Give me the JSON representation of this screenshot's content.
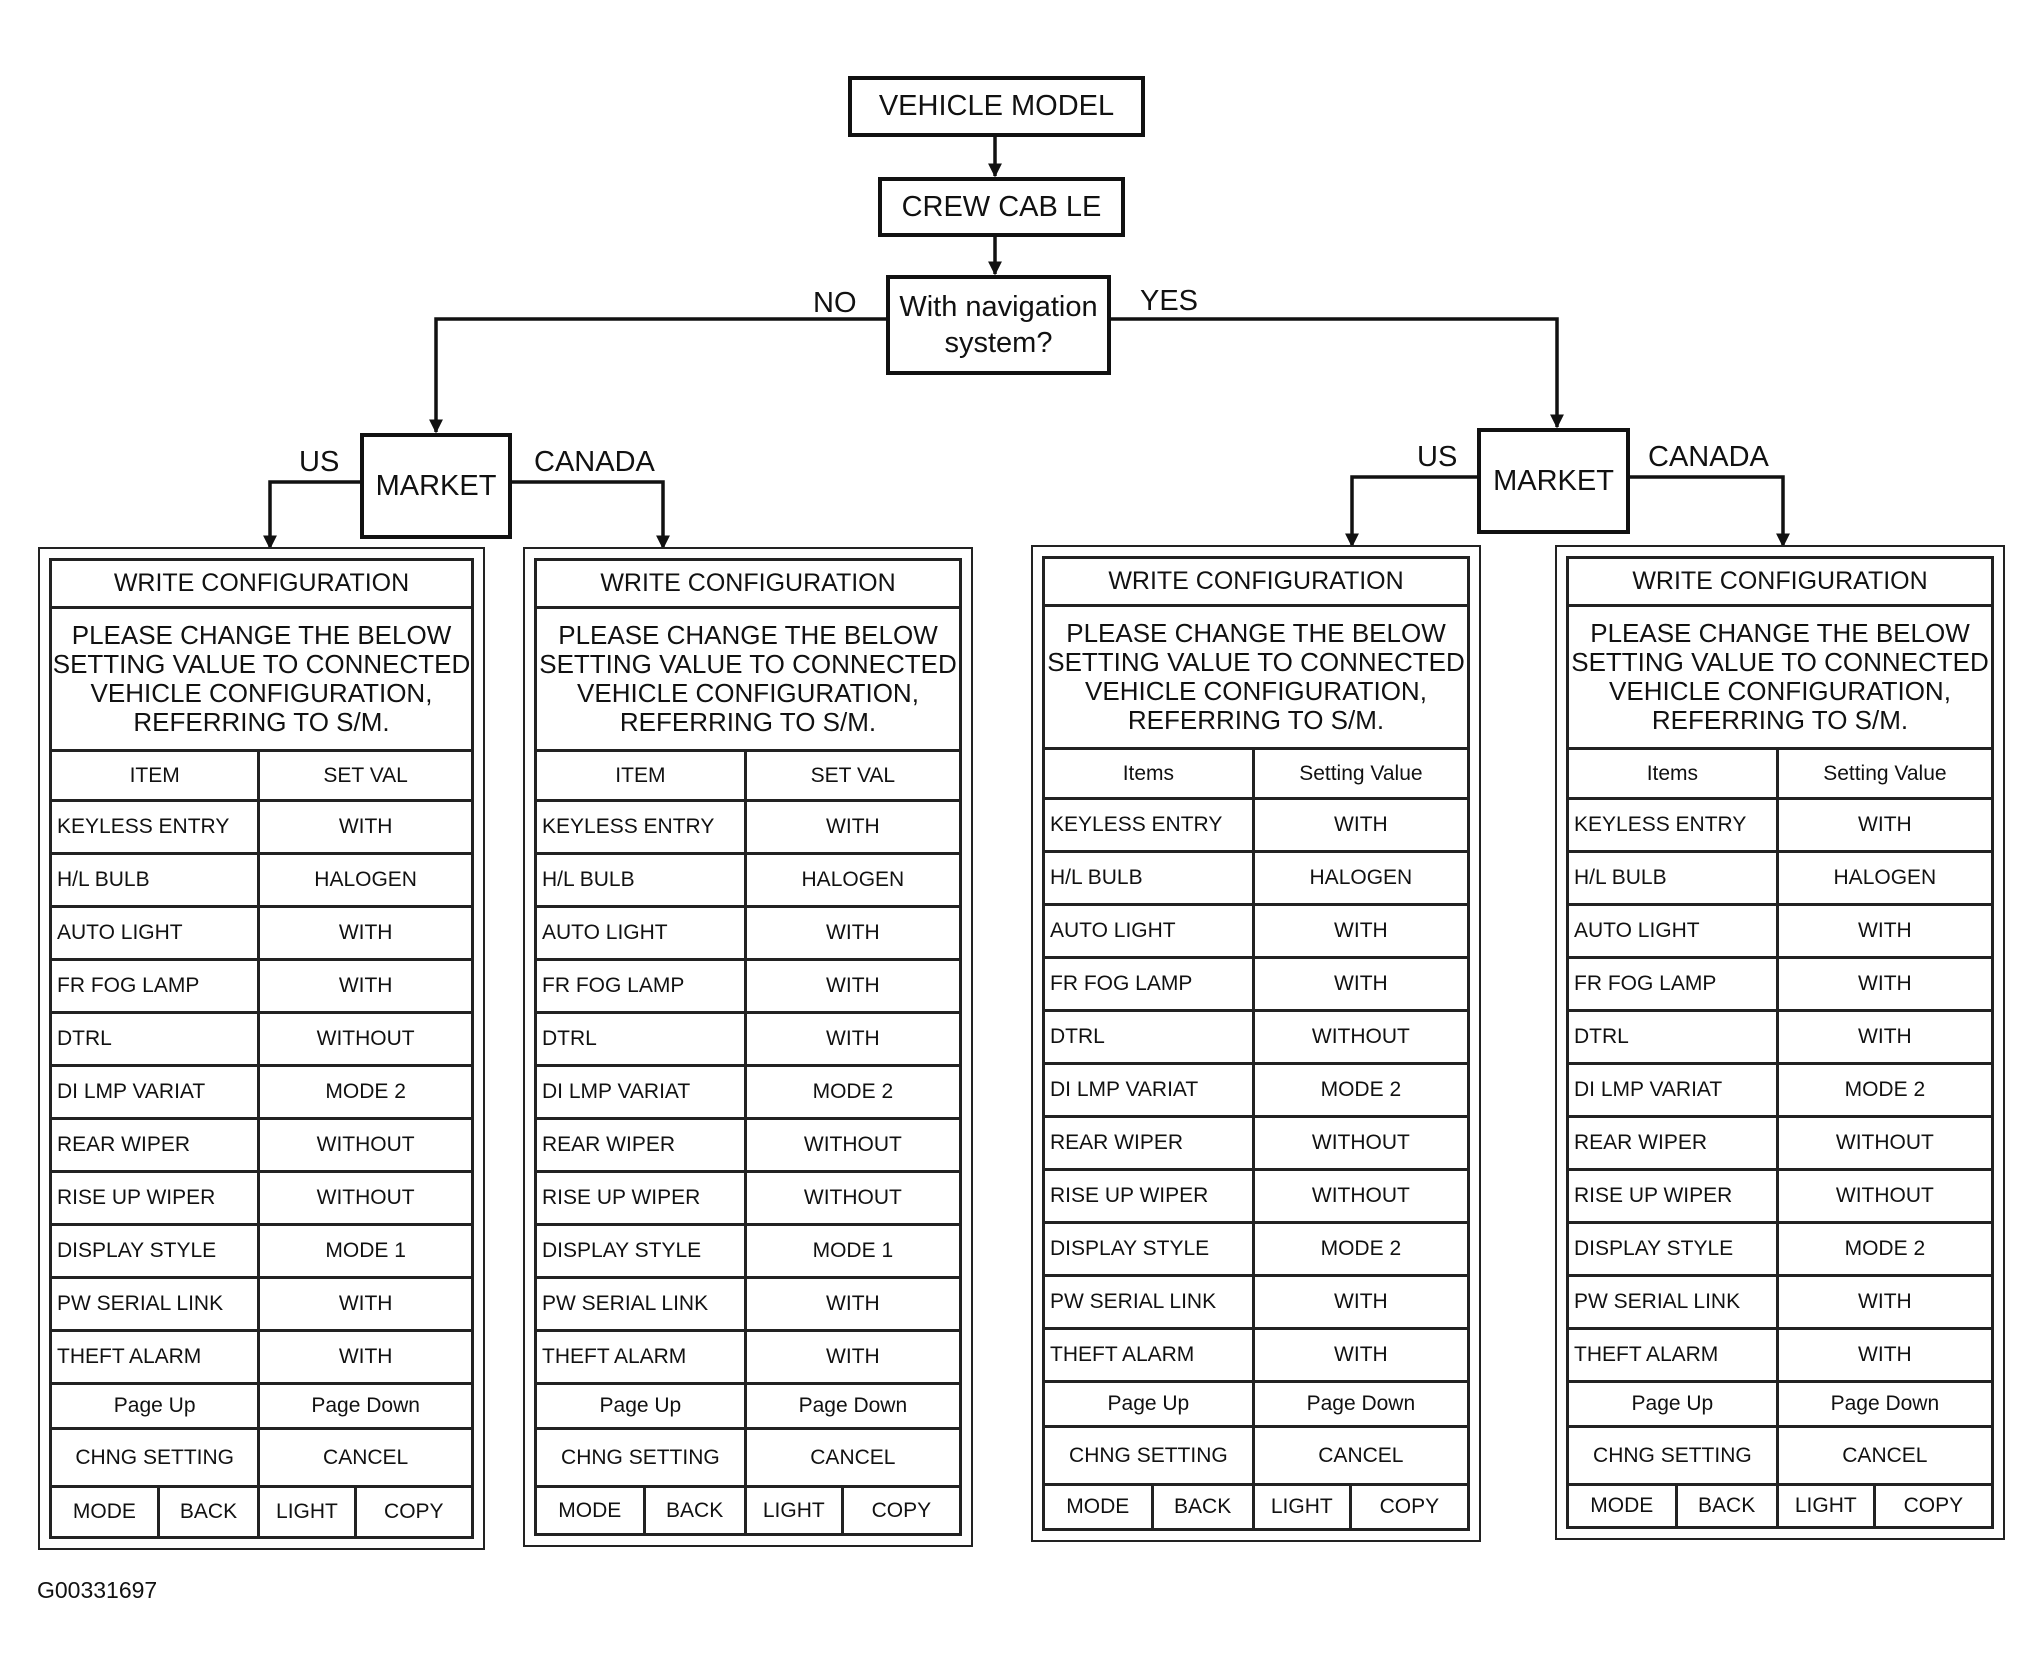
{
  "flow": {
    "vehicle_model": "VEHICLE MODEL",
    "model_variant": "CREW CAB LE",
    "question_line1": "With navigation",
    "question_line2": "system?",
    "no_label": "NO",
    "yes_label": "YES",
    "market_label": "MARKET",
    "us_label": "US",
    "canada_label": "CANADA"
  },
  "figure_id": "G00331697",
  "panels": [
    {
      "title": "WRITE CONFIGURATION",
      "message": [
        "PLEASE CHANGE THE BELOW",
        "SETTING VALUE TO CONNECTED",
        "VEHICLE CONFIGURATION,",
        "REFERRING TO S/M."
      ],
      "col_item": "ITEM",
      "col_value": "SET VAL",
      "rows": [
        {
          "item": "KEYLESS ENTRY",
          "value": "WITH"
        },
        {
          "item": "H/L BULB",
          "value": "HALOGEN"
        },
        {
          "item": "AUTO LIGHT",
          "value": "WITH"
        },
        {
          "item": "FR FOG LAMP",
          "value": "WITH"
        },
        {
          "item": "DTRL",
          "value": "WITHOUT"
        },
        {
          "item": "DI LMP VARIAT",
          "value": "MODE 2"
        },
        {
          "item": "REAR WIPER",
          "value": "WITHOUT"
        },
        {
          "item": "RISE UP WIPER",
          "value": "WITHOUT"
        },
        {
          "item": "DISPLAY STYLE",
          "value": "MODE 1"
        },
        {
          "item": "PW SERIAL LINK",
          "value": "WITH"
        },
        {
          "item": "THEFT ALARM",
          "value": "WITH"
        }
      ],
      "page_up": "Page Up",
      "page_down": "Page Down",
      "chng_setting": "CHNG SETTING",
      "cancel": "CANCEL",
      "mode": "MODE",
      "back": "BACK",
      "light": "LIGHT",
      "copy": "COPY"
    },
    {
      "title": "WRITE CONFIGURATION",
      "message": [
        "PLEASE CHANGE THE BELOW",
        "SETTING VALUE TO CONNECTED",
        "VEHICLE CONFIGURATION,",
        "REFERRING TO S/M."
      ],
      "col_item": "ITEM",
      "col_value": "SET VAL",
      "rows": [
        {
          "item": "KEYLESS ENTRY",
          "value": "WITH"
        },
        {
          "item": "H/L BULB",
          "value": "HALOGEN"
        },
        {
          "item": "AUTO LIGHT",
          "value": "WITH"
        },
        {
          "item": "FR FOG LAMP",
          "value": "WITH"
        },
        {
          "item": "DTRL",
          "value": "WITH"
        },
        {
          "item": "DI LMP VARIAT",
          "value": "MODE 2"
        },
        {
          "item": "REAR WIPER",
          "value": "WITHOUT"
        },
        {
          "item": "RISE UP WIPER",
          "value": "WITHOUT"
        },
        {
          "item": "DISPLAY STYLE",
          "value": "MODE 1"
        },
        {
          "item": "PW SERIAL LINK",
          "value": "WITH"
        },
        {
          "item": "THEFT ALARM",
          "value": "WITH"
        }
      ],
      "page_up": "Page Up",
      "page_down": "Page Down",
      "chng_setting": "CHNG SETTING",
      "cancel": "CANCEL",
      "mode": "MODE",
      "back": "BACK",
      "light": "LIGHT",
      "copy": "COPY"
    },
    {
      "title": "WRITE CONFIGURATION",
      "message": [
        "PLEASE CHANGE THE BELOW",
        "SETTING VALUE TO CONNECTED",
        "VEHICLE CONFIGURATION,",
        "REFERRING TO S/M."
      ],
      "col_item": "Items",
      "col_value": "Setting Value",
      "rows": [
        {
          "item": "KEYLESS ENTRY",
          "value": "WITH"
        },
        {
          "item": "H/L BULB",
          "value": "HALOGEN"
        },
        {
          "item": "AUTO LIGHT",
          "value": "WITH"
        },
        {
          "item": "FR FOG LAMP",
          "value": "WITH"
        },
        {
          "item": "DTRL",
          "value": "WITHOUT"
        },
        {
          "item": "DI LMP VARIAT",
          "value": "MODE 2"
        },
        {
          "item": "REAR WIPER",
          "value": "WITHOUT"
        },
        {
          "item": "RISE UP WIPER",
          "value": "WITHOUT"
        },
        {
          "item": "DISPLAY STYLE",
          "value": "MODE 2"
        },
        {
          "item": "PW SERIAL LINK",
          "value": "WITH"
        },
        {
          "item": "THEFT ALARM",
          "value": "WITH"
        }
      ],
      "page_up": "Page Up",
      "page_down": "Page Down",
      "chng_setting": "CHNG SETTING",
      "cancel": "CANCEL",
      "mode": "MODE",
      "back": "BACK",
      "light": "LIGHT",
      "copy": "COPY"
    },
    {
      "title": "WRITE CONFIGURATION",
      "message": [
        "PLEASE CHANGE THE BELOW",
        "SETTING VALUE TO CONNECTED",
        "VEHICLE CONFIGURATION,",
        "REFERRING TO S/M."
      ],
      "col_item": "Items",
      "col_value": "Setting Value",
      "rows": [
        {
          "item": "KEYLESS ENTRY",
          "value": "WITH"
        },
        {
          "item": "H/L BULB",
          "value": "HALOGEN"
        },
        {
          "item": "AUTO LIGHT",
          "value": "WITH"
        },
        {
          "item": "FR FOG LAMP",
          "value": "WITH"
        },
        {
          "item": "DTRL",
          "value": "WITH"
        },
        {
          "item": "DI LMP VARIAT",
          "value": "MODE 2"
        },
        {
          "item": "REAR WIPER",
          "value": "WITHOUT"
        },
        {
          "item": "RISE UP WIPER",
          "value": "WITHOUT"
        },
        {
          "item": "DISPLAY STYLE",
          "value": "MODE 2"
        },
        {
          "item": "PW SERIAL LINK",
          "value": "WITH"
        },
        {
          "item": "THEFT ALARM",
          "value": "WITH"
        }
      ],
      "page_up": "Page Up",
      "page_down": "Page Down",
      "chng_setting": "CHNG SETTING",
      "cancel": "CANCEL",
      "mode": "MODE",
      "back": "BACK",
      "light": "LIGHT",
      "copy": "COPY"
    }
  ]
}
